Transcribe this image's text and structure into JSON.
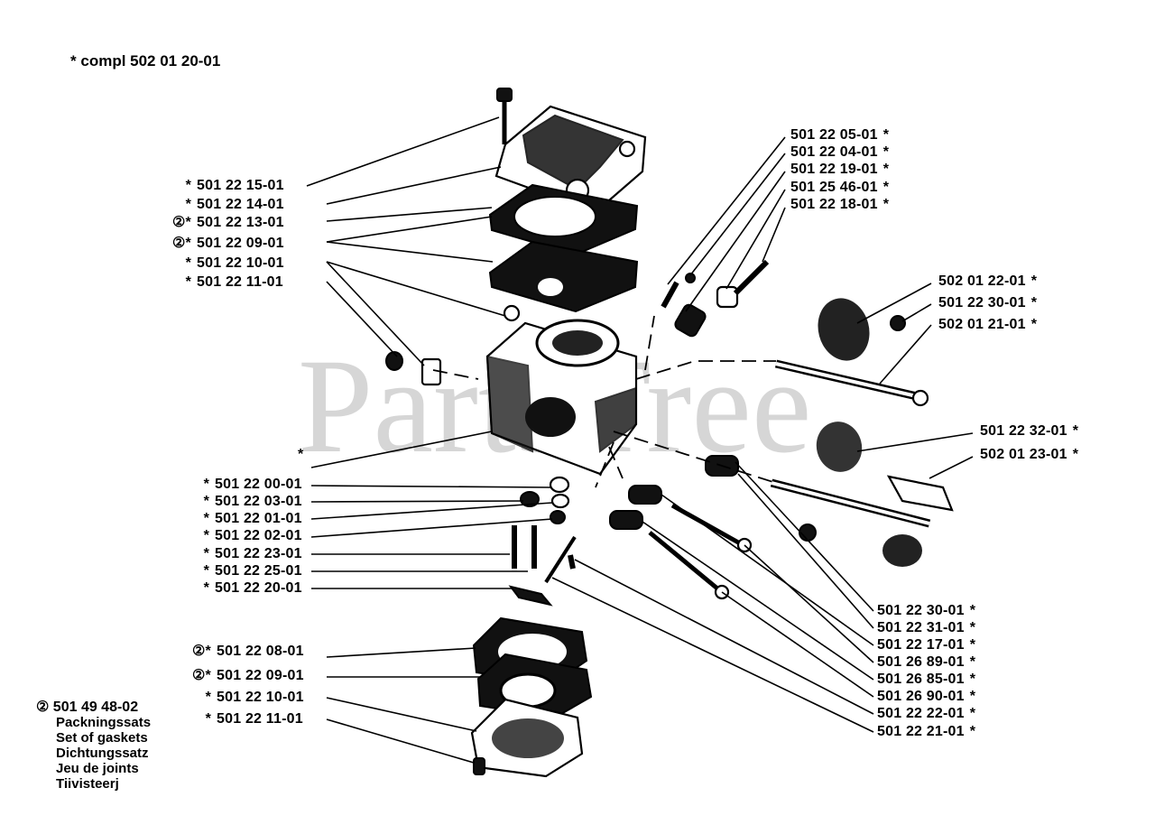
{
  "header": {
    "marker": "*",
    "text": "compl 502 01 20-01"
  },
  "watermark": "PartsTree",
  "body_marker": "*",
  "labels_left_top": [
    {
      "mark": "*",
      "num": "501 22 15-01"
    },
    {
      "mark": "*",
      "num": "501 22 14-01"
    },
    {
      "mark": "②*",
      "num": "501 22 13-01"
    },
    {
      "mark": "②*",
      "num": "501 22 09-01"
    },
    {
      "mark": "*",
      "num": "501 22 10-01"
    },
    {
      "mark": "*",
      "num": "501 22 11-01"
    }
  ],
  "labels_left_mid": [
    {
      "mark": "*",
      "num": "501 22 00-01"
    },
    {
      "mark": "*",
      "num": "501 22 03-01"
    },
    {
      "mark": "*",
      "num": "501 22 01-01"
    },
    {
      "mark": "*",
      "num": "501 22 02-01"
    },
    {
      "mark": "*",
      "num": "501 22 23-01"
    },
    {
      "mark": "*",
      "num": "501 22 25-01"
    },
    {
      "mark": "*",
      "num": "501 22 20-01"
    }
  ],
  "labels_left_bottom": [
    {
      "mark": "②*",
      "num": "501 22 08-01"
    },
    {
      "mark": "②*",
      "num": "501 22 09-01"
    },
    {
      "mark": "*",
      "num": "501 22 10-01"
    },
    {
      "mark": "*",
      "num": "501 22 11-01"
    }
  ],
  "labels_right_top": [
    {
      "num": "501 22 05-01",
      "mark": "*"
    },
    {
      "num": "501 22 04-01",
      "mark": "*"
    },
    {
      "num": "501 22 19-01",
      "mark": "*"
    },
    {
      "num": "501 25 46-01",
      "mark": "*"
    },
    {
      "num": "501 22 18-01",
      "mark": "*"
    }
  ],
  "labels_right_mid": [
    {
      "num": "502 01 22-01",
      "mark": "*"
    },
    {
      "num": "501 22 30-01",
      "mark": "*"
    },
    {
      "num": "502 01 21-01",
      "mark": "*"
    }
  ],
  "labels_right_lower": [
    {
      "num": "501 22 32-01",
      "mark": "*"
    },
    {
      "num": "502 01 23-01",
      "mark": "*"
    }
  ],
  "labels_right_bottom": [
    {
      "num": "501 22 30-01",
      "mark": "*"
    },
    {
      "num": "501 22 31-01",
      "mark": "*"
    },
    {
      "num": "501 22 17-01",
      "mark": "*"
    },
    {
      "num": "501 26 89-01",
      "mark": "*"
    },
    {
      "num": "501 26 85-01",
      "mark": "*"
    },
    {
      "num": "501 26 90-01",
      "mark": "*"
    },
    {
      "num": "501 22 22-01",
      "mark": "*"
    },
    {
      "num": "501 22 21-01",
      "mark": "*"
    }
  ],
  "kit": {
    "symbol": "②",
    "number": "501 49 48-02",
    "names": [
      "Packningssats",
      "Set of gaskets",
      "Dichtungssatz",
      "Jeu de joints",
      "Tiivisteerj"
    ]
  }
}
